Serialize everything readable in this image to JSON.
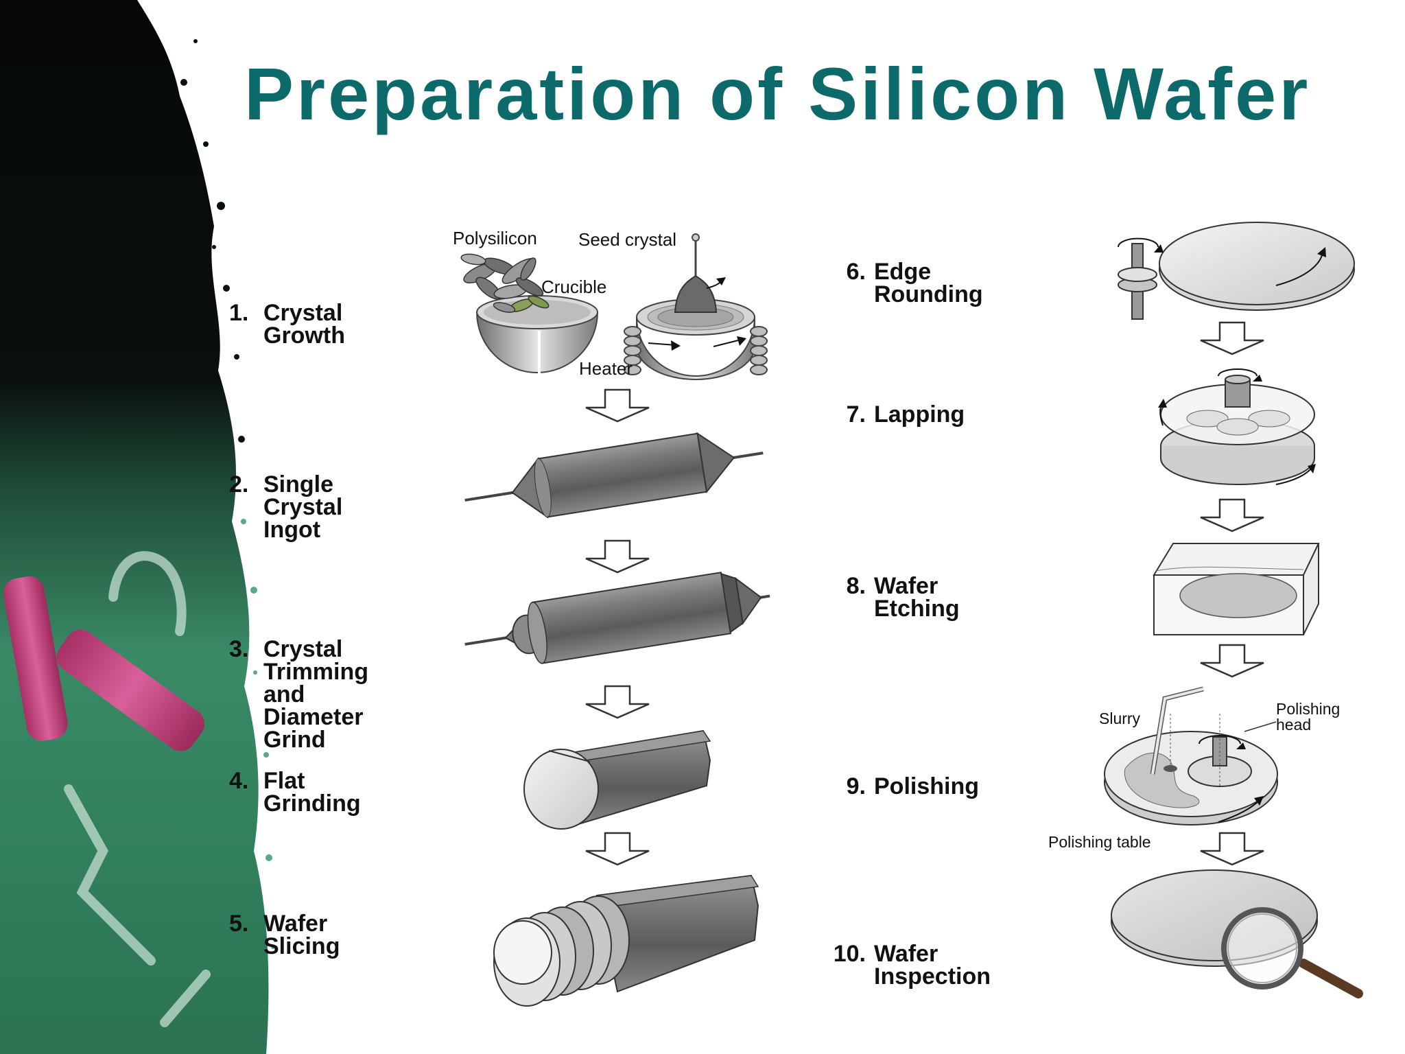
{
  "title": "Preparation of Silicon Wafer",
  "colors": {
    "title": "#0d6a6b",
    "chalkboard": "#2f7d5a",
    "chalk_pink": "#c8457e"
  },
  "steps_left": [
    {
      "num": "1.",
      "label": "Crystal Growth"
    },
    {
      "num": "2.",
      "label": "Single Crystal\nIngot"
    },
    {
      "num": "3.",
      "label": "Crystal Trimming\nand Diameter\nGrind"
    },
    {
      "num": "4.",
      "label": "Flat Grinding"
    },
    {
      "num": "5.",
      "label": "Wafer Slicing"
    }
  ],
  "steps_right": [
    {
      "num": "6.",
      "label": "Edge Rounding"
    },
    {
      "num": "7.",
      "label": "Lapping"
    },
    {
      "num": "8.",
      "label": "Wafer Etching"
    },
    {
      "num": "9.",
      "label": "Polishing"
    },
    {
      "num": "10.",
      "label": "Wafer Inspection"
    }
  ],
  "captions": {
    "polysilicon": "Polysilicon",
    "seed_crystal": "Seed crystal",
    "crucible": "Crucible",
    "heater": "Heater",
    "slurry": "Slurry",
    "polishing_head": "Polishing\nhead",
    "polishing_table": "Polishing table"
  }
}
